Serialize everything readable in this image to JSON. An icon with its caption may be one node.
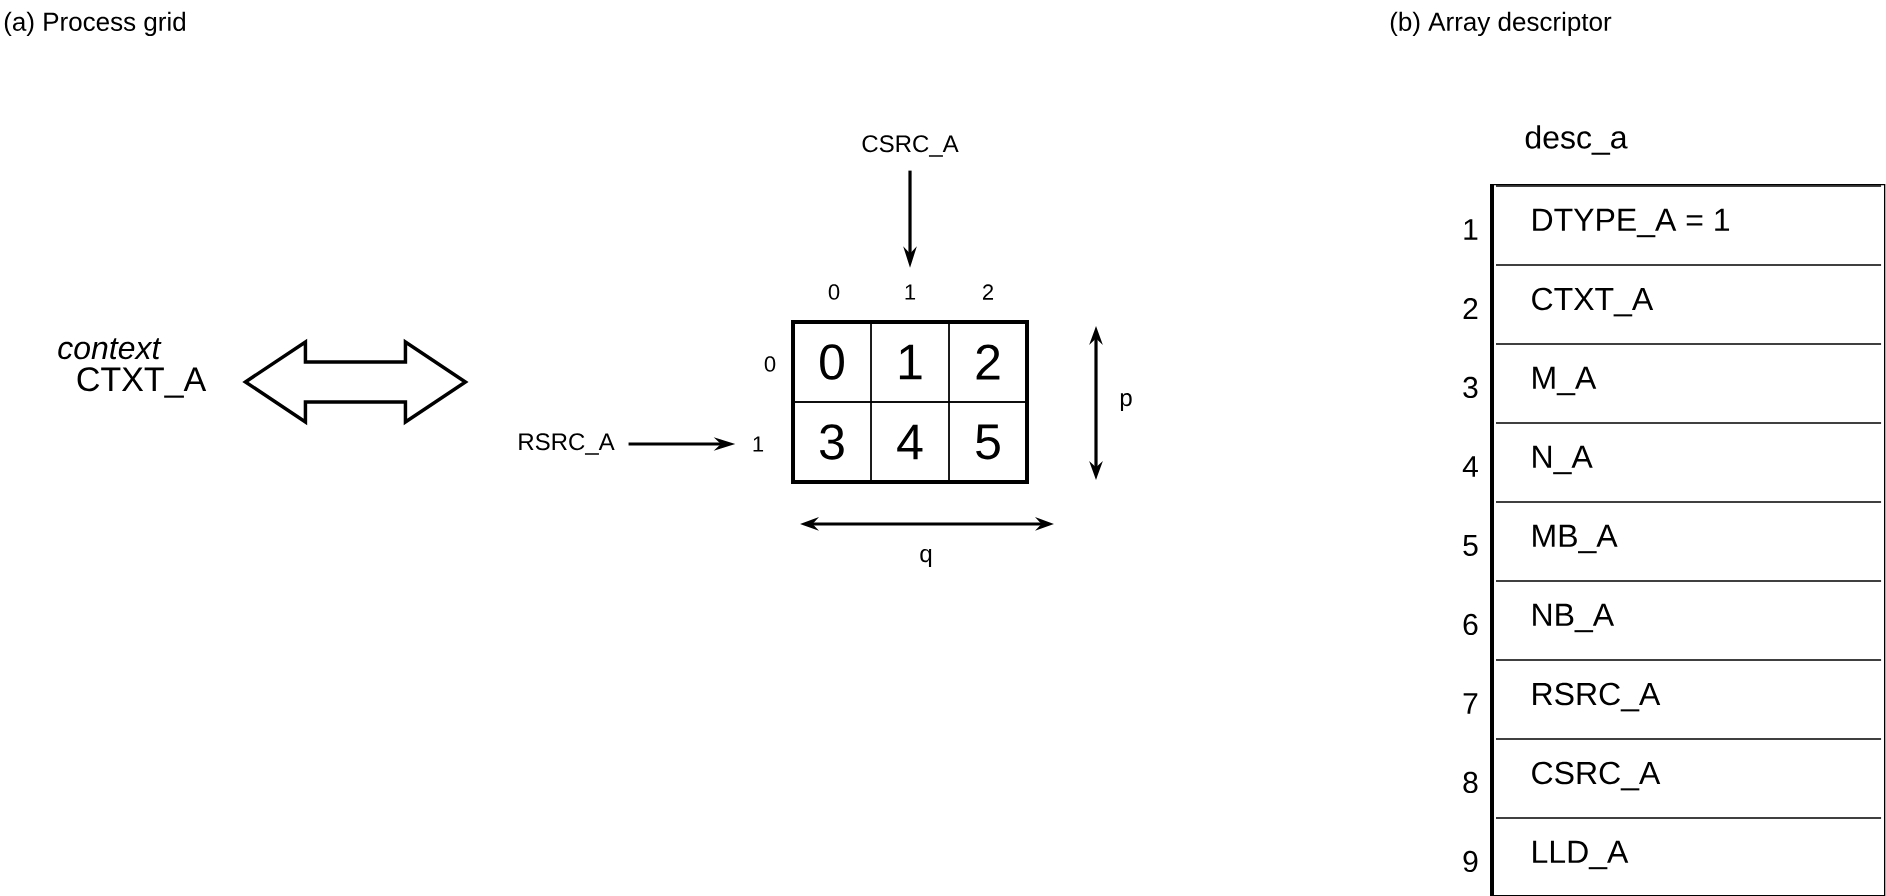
{
  "diagram": {
    "nodes": [
      {
        "text": [
          "context",
          "CTXT_A"
        ]
      },
      {
        "text": [],
        "shape": "box"
      },
      {
        "text": [
          "0"
        ],
        "in": 1
      },
      {
        "text": [
          "1"
        ],
        "in": 1
      },
      {
        "text": [
          "2"
        ],
        "in": 1
      },
      {
        "text": [
          "3"
        ],
        "in": 1
      },
      {
        "text": [
          "4"
        ],
        "in": 1
      },
      {
        "text": [
          "5"
        ],
        "in": 1
      },
      {
        "text": [
          "CSRC_A"
        ]
      },
      {
        "text": [
          "1"
        ]
      },
      {
        "text": [
          "RSRC_A"
        ]
      },
      {
        "text": [
          "1"
        ]
      },
      {
        "text": [
          "desc_a"
        ]
      },
      {
        "text": [
          "DTYPE_A = 1"
        ],
        "in": 12,
        "beside": [
          "1"
        ]
      },
      {
        "text": [
          "CTXT_A"
        ],
        "in": 12,
        "beside": [
          "2"
        ]
      },
      {
        "text": [
          "M_A"
        ],
        "in": 12,
        "beside": [
          "3"
        ]
      },
      {
        "text": [
          "N_A"
        ],
        "in": 12,
        "beside": [
          "4"
        ]
      },
      {
        "text": [
          "MB_A"
        ],
        "in": 12,
        "beside": [
          "5"
        ]
      },
      {
        "text": [
          "NB_A"
        ],
        "in": 12,
        "beside": [
          "6"
        ]
      },
      {
        "text": [
          "RSRC_A"
        ],
        "in": 12,
        "beside": [
          "7"
        ]
      },
      {
        "text": [
          "CSRC_A"
        ],
        "in": 12,
        "beside": [
          "8"
        ]
      },
      {
        "text": [
          "LLD_A"
        ],
        "in": 12,
        "beside": [
          "9"
        ]
      }
    ],
    "edges": [
      {
        "from": 0,
        "to": null,
        "arrow": "both"
      },
      {
        "from": 8,
        "to": 9,
        "arrow": "to"
      },
      {
        "from": 10,
        "to": 11,
        "arrow": "to"
      }
    ],
    "labels": [
      "(a) Process grid",
      "(b) Array descriptor",
      "0",
      "2",
      "0",
      "p",
      "q"
    ]
  }
}
